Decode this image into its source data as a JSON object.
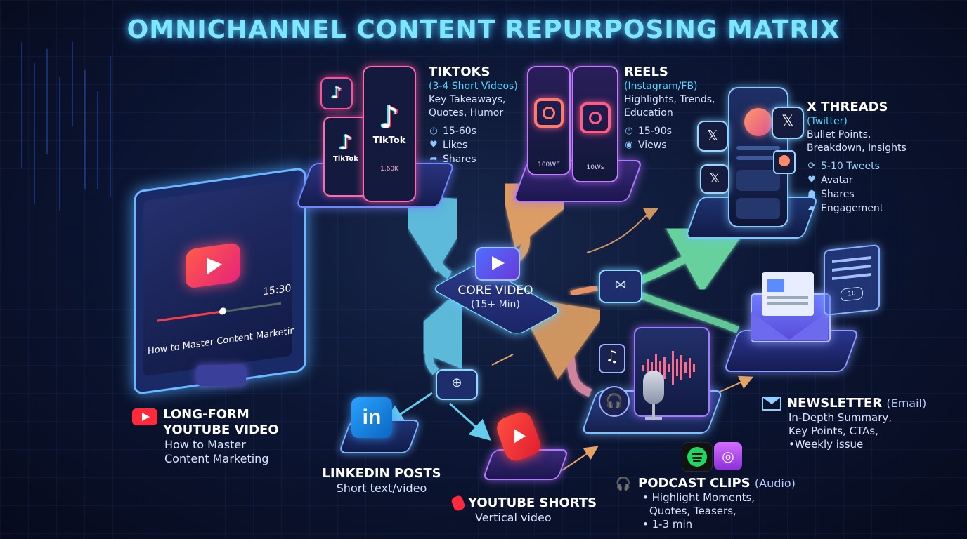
{
  "title": "OMNICHANNEL CONTENT REPURPOSING MATRIX",
  "colors": {
    "title_glow": "#7fe6ff",
    "youtube_red": "#ff2a3c",
    "linkedin_blue": "#1d8fe8",
    "spotify_green": "#1ed760",
    "podcast_purple": "#b24ef5",
    "accent_cyan": "#58d4ff",
    "tiktok_pink": "#ff2e7e",
    "arrow_orange": "#ff9f4a",
    "arrow_green": "#5dff9e"
  },
  "monitor": {
    "duration": "15:30",
    "caption": "How to Master Content Marketing"
  },
  "core": {
    "title": "CORE VIDEO",
    "subtitle": "(15+ Min)"
  },
  "youtube_long": {
    "title_line1": "LONG-FORM",
    "title_line2": "YOUTUBE VIDEO",
    "desc_line1": "How to Master",
    "desc_line2": "Content Marketing"
  },
  "tiktok": {
    "title": "TIKTOKS",
    "subtitle": "(3-4 Short Videos)",
    "desc_line1": "Key Takeaways,",
    "desc_line2": "Quotes, Humor",
    "meta": [
      "15-60s",
      "Likes",
      "Shares"
    ],
    "phone_brand": "TikTok",
    "phone_stat": "1.60K"
  },
  "reels": {
    "title": "REELS",
    "subtitle": "(Instagram/FB)",
    "desc_line1": "Highlights, Trends,",
    "desc_line2": "Education",
    "meta": [
      "15-90s",
      "Views"
    ],
    "phone_stat_1": "100WE",
    "phone_stat_2": "10Ws"
  },
  "x_threads": {
    "title": "X THREADS",
    "subtitle": "(Twitter)",
    "desc_line1": "Bullet Points,",
    "desc_line2": "Breakdown, Insights",
    "meta": [
      "5-10 Tweets",
      "Avatar",
      "Shares",
      "Engagement"
    ]
  },
  "newsletter": {
    "title": "NEWSLETTER",
    "suffix": "(Email)",
    "desc_line1": "In-Depth Summary,",
    "desc_line2": "Key Points, CTAs,",
    "desc_line3": "•Weekly issue",
    "badge": "10"
  },
  "podcast": {
    "title": "PODCAST CLIPS",
    "suffix": "(Audio)",
    "bullet1": "• Highlight Moments,",
    "bullet2": "Quotes, Teasers,",
    "bullet3": "• 1-3 min"
  },
  "linkedin": {
    "title": "LINKEDIN POSTS",
    "desc": "Short text/video"
  },
  "shorts": {
    "title": "YOUTUBE SHORTS",
    "desc": "Vertical video"
  },
  "icons": {
    "play": "play-icon",
    "tiktok": "tiktok-logo-icon",
    "instagram": "instagram-logo-icon",
    "x": "x-logo-icon",
    "linkedin": "linkedin-logo-icon",
    "shorts": "youtube-shorts-icon",
    "mail": "envelope-icon",
    "headphones": "headphones-icon",
    "mic": "microphone-icon",
    "music": "music-note-icon",
    "spotify": "spotify-icon",
    "podcasts": "apple-podcasts-icon"
  }
}
